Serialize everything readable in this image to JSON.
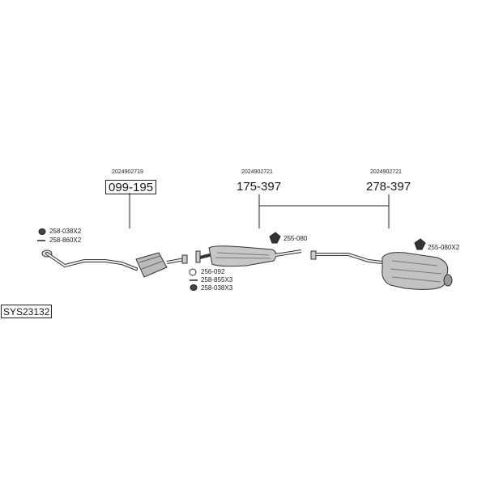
{
  "diagram": {
    "system_code": "SYS23132",
    "parts": [
      {
        "oe": "2024902719",
        "number": "099-195"
      },
      {
        "oe": "2024902721",
        "number": "175-397"
      },
      {
        "oe": "2024902721",
        "number": "278-397"
      }
    ],
    "fittings": [
      {
        "code": "258-038X2"
      },
      {
        "code": "258-860X2"
      },
      {
        "code": "256-092"
      },
      {
        "code": "258-855X3"
      },
      {
        "code": "258-038X3"
      },
      {
        "code": "255-080"
      },
      {
        "code": "255-080X2"
      }
    ]
  }
}
